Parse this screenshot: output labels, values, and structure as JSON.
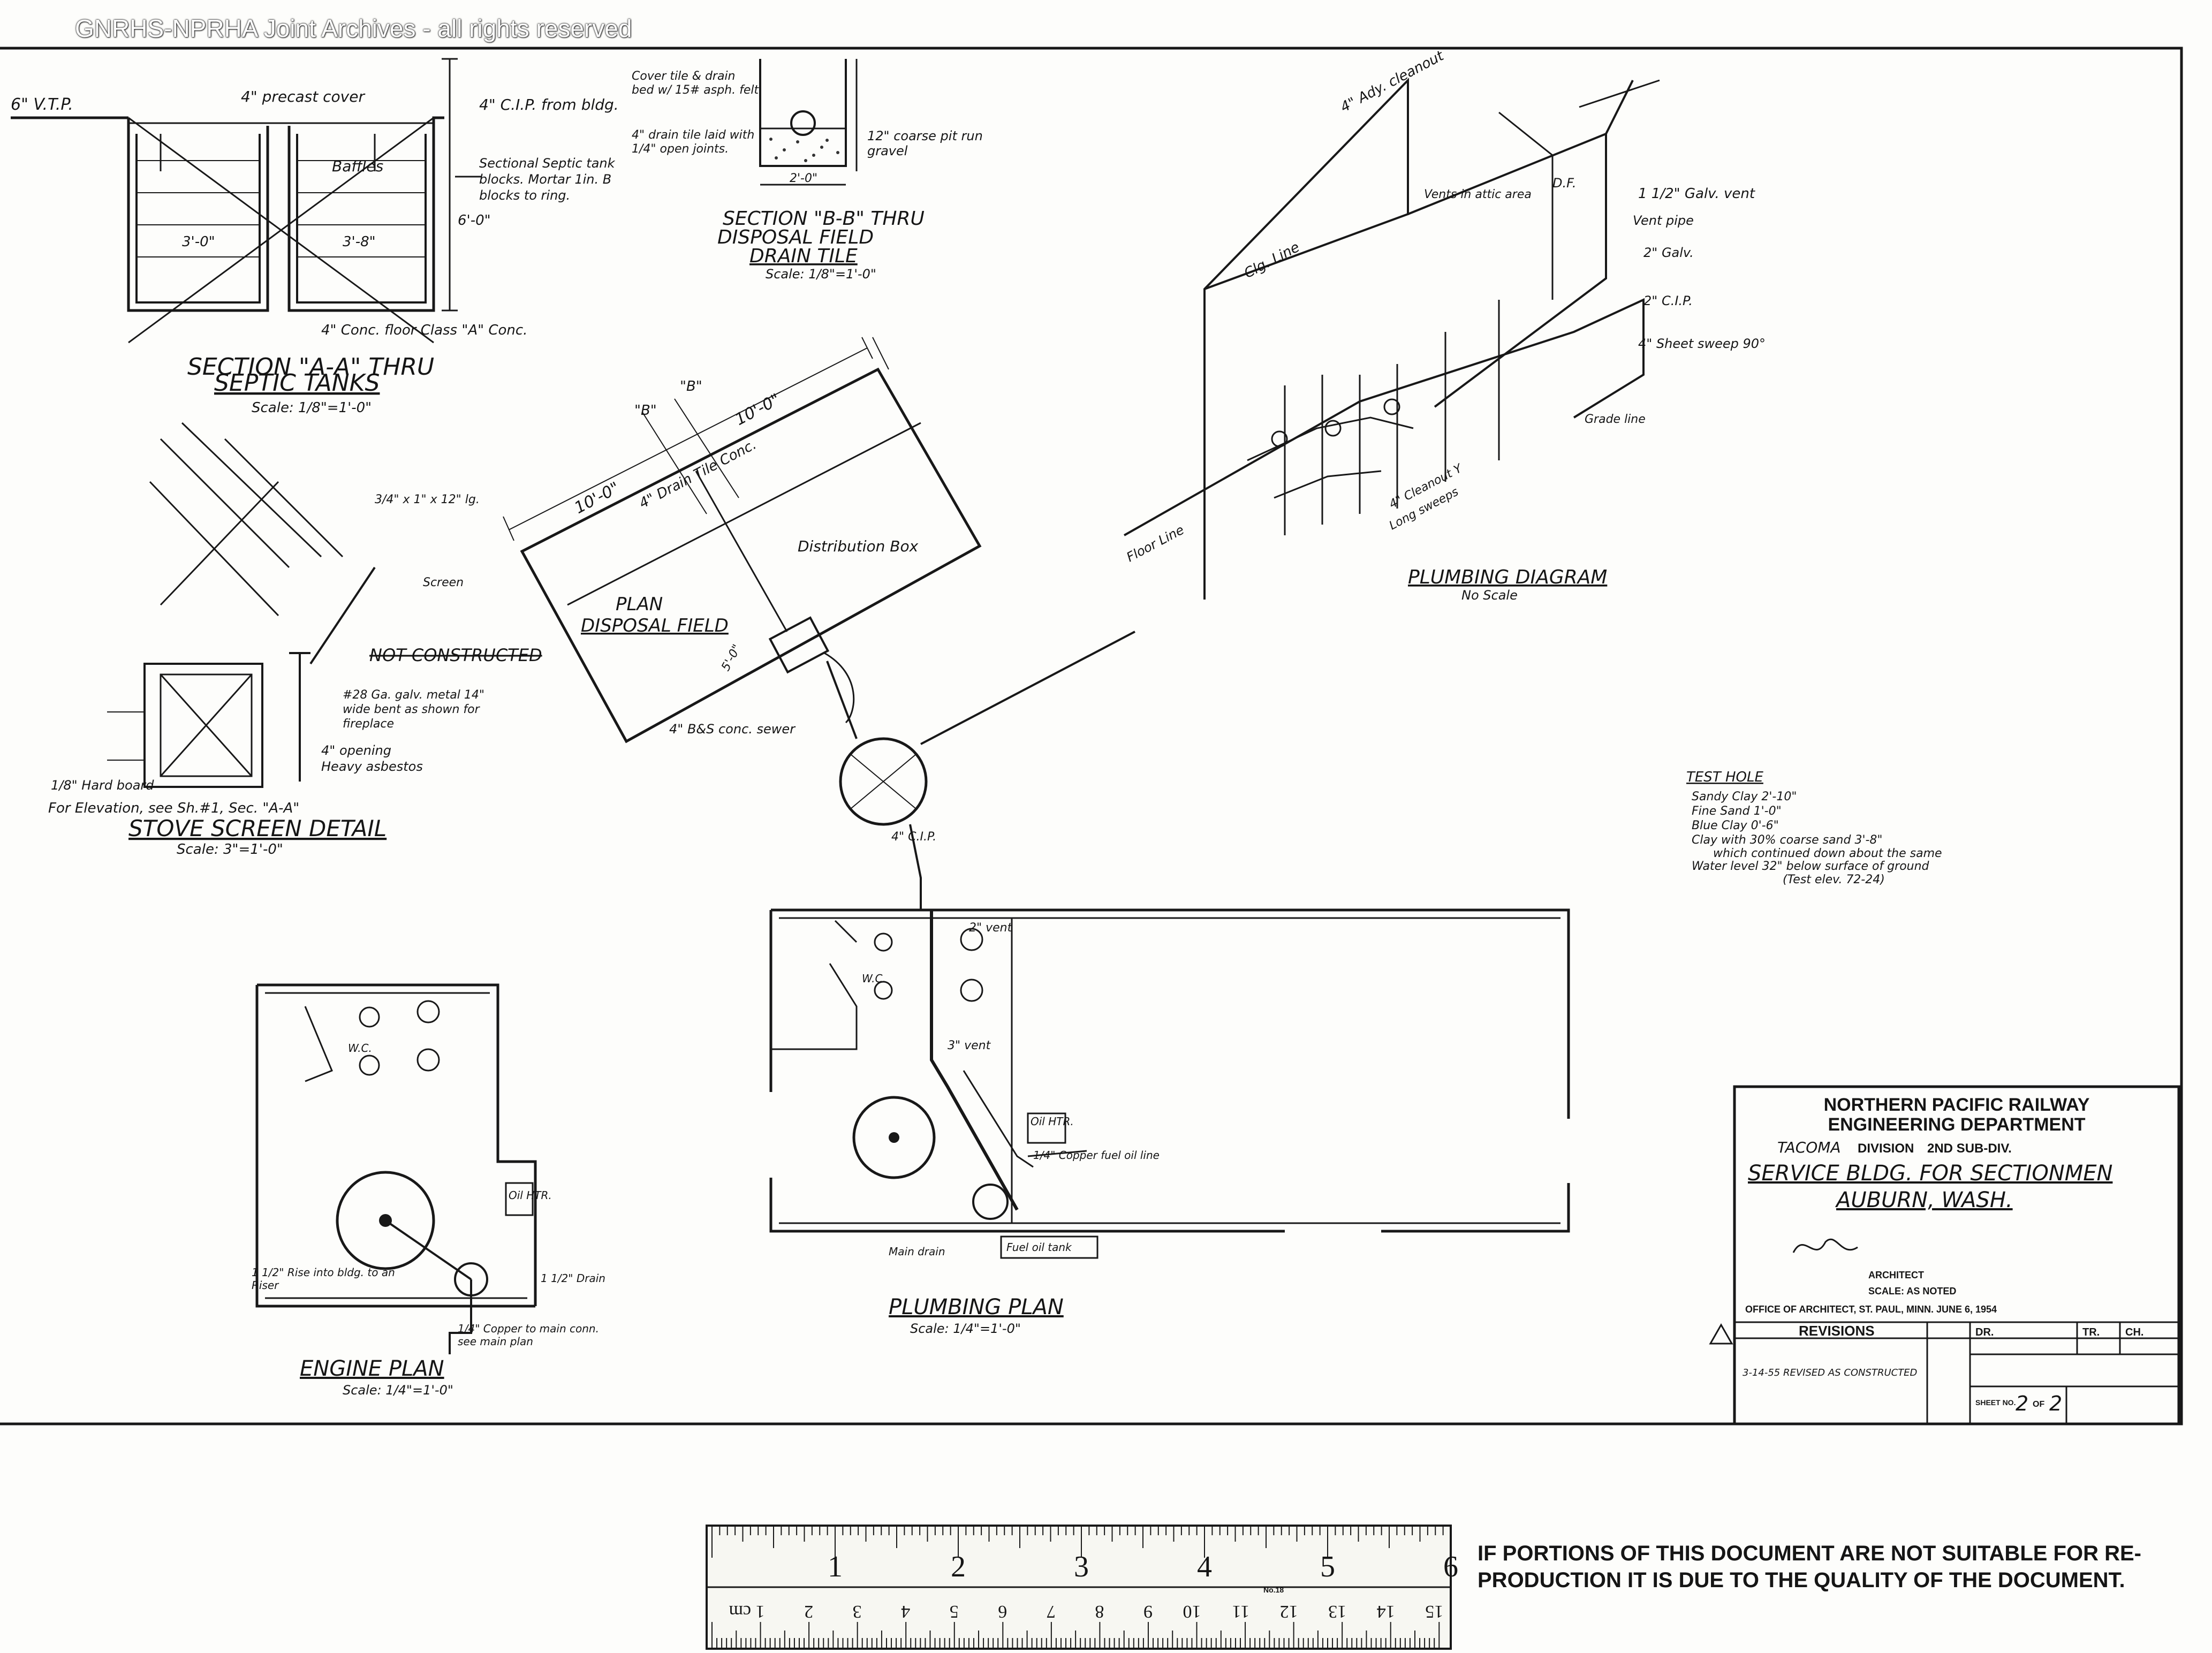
{
  "watermark": "GNRHS-NPRHA Joint Archives - all rights reserved",
  "septic": {
    "title": "SECTION \"A-A\" THRU",
    "subtitle": "SEPTIC TANKS",
    "scale": "Scale: 1/8\"=1'-0\"",
    "notes": [
      "6\" V.T.P.",
      "4\" precast cover",
      "4\" C.I.P. from bldg.",
      "Baffles",
      "Sectional Septic tank blocks. Mortar 1in. B blocks to ring.",
      "4\" Conc. floor Class \"A\" Conc.",
      "3'-0\"",
      "3'-8\"",
      "6'-0\""
    ]
  },
  "section_b": {
    "title": "SECTION \"B-B\" THRU",
    "subtitle": "DISPOSAL FIELD",
    "subtitle2": "DRAIN TILE",
    "scale": "Scale: 1/8\"=1'-0\"",
    "notes": [
      "Cover tile & drain bed w/ 15# asph. felt",
      "4\" drain tile laid with 1/4\" open joints.",
      "12\" coarse pit run gravel",
      "2'-0\""
    ]
  },
  "disposal_field": {
    "title": "PLAN",
    "subtitle": "DISPOSAL FIELD",
    "dims": [
      "10'-0\"",
      "10'-0\""
    ],
    "notes": [
      "4\" Drain Tile Conc.",
      "Distribution Box",
      "4\" B&S conc. sewer",
      "5'-0\""
    ],
    "section_marks": [
      "\"B\"",
      "\"B\""
    ]
  },
  "stove_screen": {
    "title": "STOVE SCREEN DETAIL",
    "scale": "Scale: 3\"=1'-0\"",
    "notes": [
      "NOT CONSTRUCTED",
      "#28 Ga. galv. metal 14\" wide bent as shown for fireplace",
      "4\" opening",
      "Heavy asbestos",
      "1/8\" Hard board",
      "For Elevation, see Sh.#1, Sec. \"A-A\"",
      "3/4\" x 1\" x 12\" lg.",
      "Screen"
    ]
  },
  "plumbing_diagram": {
    "title": "PLUMBING DIAGRAM",
    "scale": "No Scale",
    "notes": [
      "4\" Ady. cleanout",
      "Clg. Line",
      "1 1/2\" Galv. vent",
      "Vent pipe",
      "2\" Galv.",
      "2\" C.I.P.",
      "4\" Sheet sweep 90°",
      "Floor Line",
      "Vents in attic area",
      "D.F.",
      "4\" Cleanout Y",
      "Long sweeps",
      "Grade line"
    ]
  },
  "test_hole": {
    "title": "TEST HOLE",
    "lines": [
      "Sandy Clay  2'-10\"",
      "Fine Sand  1'-0\"",
      "Blue Clay  0'-6\"",
      "Clay with 30% coarse sand 3'-8\"",
      "which continued down about the same",
      "Water level 32\" below surface of ground",
      "(Test elev. 72-24)"
    ]
  },
  "plumbing_plan": {
    "title": "PLUMBING PLAN",
    "scale": "Scale: 1/4\"=1'-0\"",
    "notes": [
      "4\" C.I.P.",
      "2\" vent",
      "3\" vent",
      "W.C.",
      "Oil HTR.",
      "1/4\" Copper fuel oil line",
      "Fuel oil tank",
      "Main drain"
    ]
  },
  "engine_plan": {
    "title": "ENGINE PLAN",
    "scale": "Scale: 1/4\"=1'-0\"",
    "notes": [
      "W.C.",
      "Oil HTR.",
      "1 1/2\" Rise into bldg. to an Riser",
      "1/4\" Copper to main conn. see main plan",
      "1 1/2\" Drain"
    ]
  },
  "title_block": {
    "company": "NORTHERN PACIFIC RAILWAY",
    "department": "ENGINEERING DEPARTMENT",
    "division_prefix": "TACOMA",
    "division": "DIVISION",
    "subdivision": "2ND SUB-DIV.",
    "project": "SERVICE BLDG. FOR SECTIONMEN",
    "location": "AUBURN, WASH.",
    "signature_role": "ARCHITECT",
    "scale": "SCALE: AS NOTED",
    "office": "OFFICE OF ARCHITECT, ST. PAUL, MINN. JUNE 6, 1954",
    "revisions": "REVISIONS",
    "dr_label": "DR.",
    "tr_label": "TR.",
    "ch_label": "CH.",
    "sheet_label": "SHEET NO.",
    "sheet_no": "2",
    "sheet_of": "OF",
    "sheet_total": "2",
    "revision_note": "3-14-55 REVISED AS CONSTRUCTED"
  },
  "ruler": {
    "inch_labels": [
      "1",
      "2",
      "3",
      "4",
      "5",
      "6"
    ],
    "cm_labels": [
      "1 cm",
      "2",
      "3",
      "4",
      "5",
      "6",
      "7",
      "8",
      "9",
      "10",
      "11",
      "12",
      "13",
      "14",
      "15"
    ],
    "product": "No.18"
  },
  "disclaimer": {
    "line1": "IF PORTIONS OF THIS DOCUMENT ARE NOT SUITABLE FOR RE-",
    "line2": "PRODUCTION IT IS DUE TO THE QUALITY OF THE DOCUMENT."
  }
}
